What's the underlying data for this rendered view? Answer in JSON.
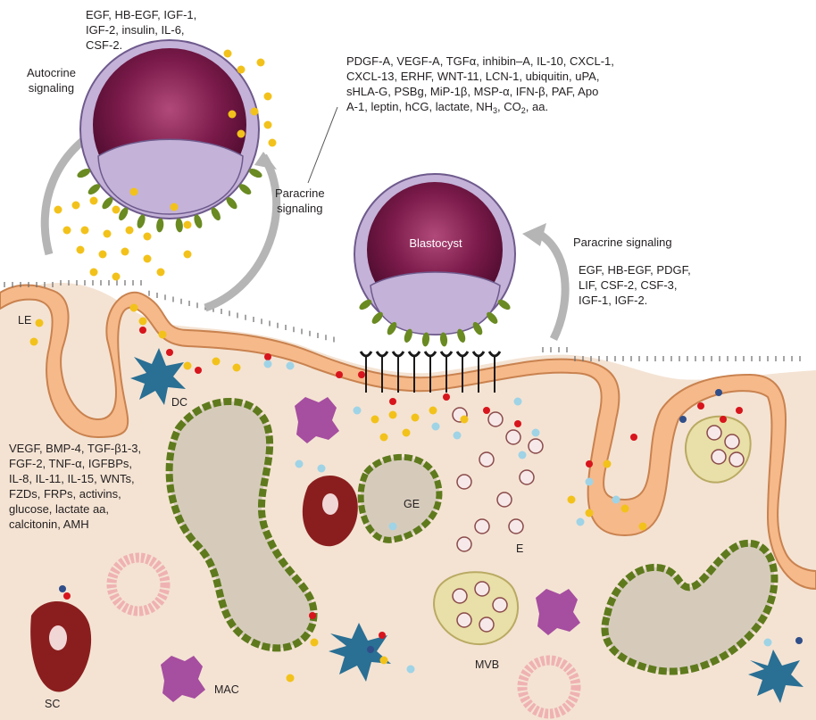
{
  "colors": {
    "tissue": "#f4e3d3",
    "epithelium": "#f6b98a",
    "epithelium_stroke": "#c9824f",
    "gland_fill": "#d6cbbb",
    "gland_beads": "#5e7a1d",
    "blastocyst_inner": "#7a1a4a",
    "trophectoderm": "#c4b2d8",
    "trophectoderm_stroke": "#6e5a8c",
    "yellow_dot": "#f2c21b",
    "red_dot": "#d8141c",
    "blue_dot": "#9fd3e6",
    "navy_dot": "#2f4e8a",
    "dendritic_cell": "#2a6f94",
    "macrophage": "#a64ea0",
    "stromal_cell": "#8a1e1e",
    "vessel": "#efb2b2",
    "mvb": "#e9dfa8",
    "arrow": "#b5b5b5",
    "ligand": "#6a8a22",
    "receptor": "#1a1a1a"
  },
  "blastocyst_label": "Blastocyst",
  "autocrine_factors": [
    "EGF, HB-EGF, IGF-1,",
    "IGF-2, insulin, IL-6,",
    "CSF-2."
  ],
  "autocrine_label": [
    "Autocrine",
    "signaling"
  ],
  "paracrine_left_label": [
    "Paracrine",
    "signaling"
  ],
  "secreted_factors": [
    "PDGF-A, VEGF-A, TGFα, inhibin–A, IL-10, CXCL-1,",
    "CXCL-13, ERHF, WNT-11, LCN-1, ubiquitin, uPA,",
    "sHLA-G, PSBg, MiP-1β, MSP-α, IFN-β, PAF, Apo"
  ],
  "secreted_last_line": {
    "before": "A-1, leptin, hCG, lactate, NH",
    "sub1": "3",
    "middle": ", CO",
    "sub2": "2",
    "after": ", aa."
  },
  "paracrine_right_label": "Paracrine signaling",
  "paracrine_right_factors": [
    "EGF, HB-EGF, PDGF,",
    "LIF, CSF-2, CSF-3,",
    "IGF-1, IGF-2."
  ],
  "stromal_factors": [
    "VEGF, BMP-4, TGF-β1-3,",
    "FGF-2, TNF-α, IGFBPs,",
    "IL-8, IL-11, IL-15, WNTs,",
    "FZDs, FRPs, activins,",
    "glucose, lactate aa,",
    "calcitonin, AMH"
  ],
  "labels": {
    "le": "LE",
    "dc": "DC",
    "ge": "GE",
    "e": "E",
    "mvb": "MVB",
    "sc": "SC",
    "mac": "MAC"
  }
}
